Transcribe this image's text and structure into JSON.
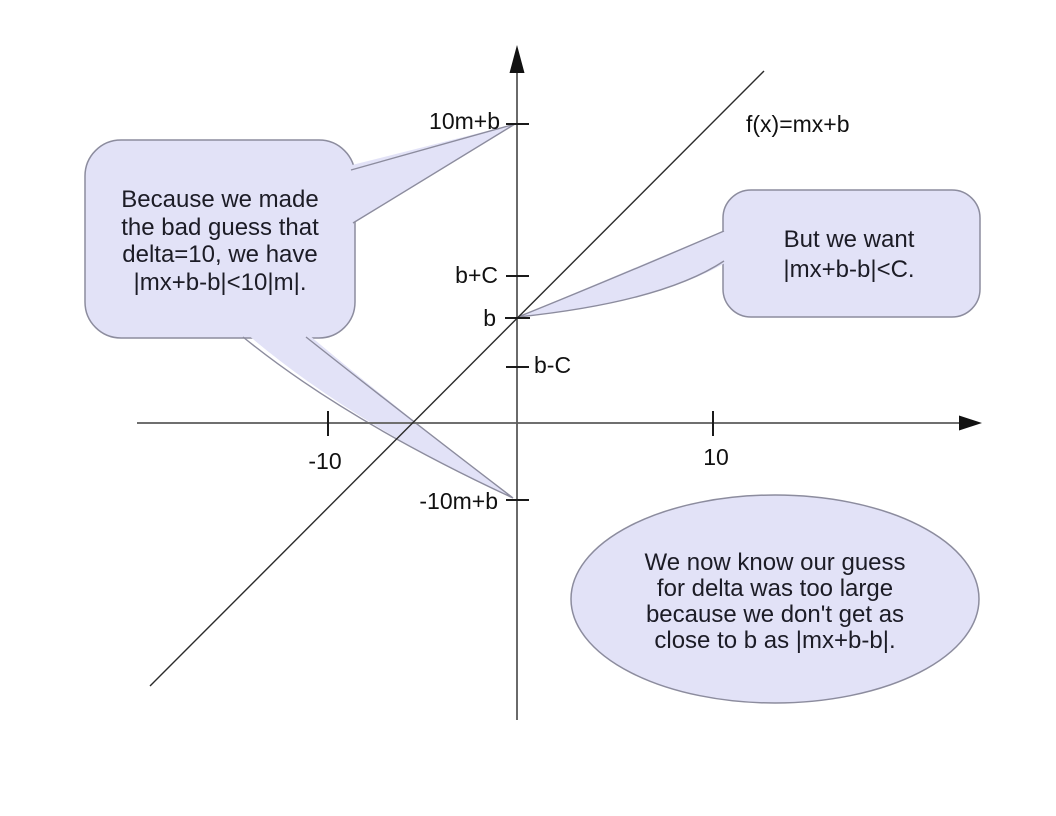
{
  "colors": {
    "bubble_fill": "#e2e2f7",
    "bubble_stroke": "#8c8c9e",
    "text_ink": "#1c1c26",
    "label_ink": "#111111",
    "axis_color": "#6f6f6f",
    "yaxis_color": "#5a5a5a",
    "line_color": "#2b2b2b"
  },
  "function_label": "f(x)=mx+b",
  "x_axis": {
    "tick_labels": [
      "-10",
      "10"
    ]
  },
  "y_axis": {
    "tick_labels": [
      "10m+b",
      "b+C",
      "b",
      "b-C",
      "-10m+b"
    ]
  },
  "callouts": {
    "bad_guess": {
      "lines": [
        "Because we made",
        "the bad guess that",
        "delta=10, we have",
        "|mx+b-b|<10|m|."
      ]
    },
    "want": {
      "lines": [
        "But we want",
        "|mx+b-b|<C."
      ]
    },
    "conclusion": {
      "lines": [
        "We now know our guess",
        "for delta was too large",
        "because we don't get as",
        "close to b as |mx+b-b|."
      ]
    }
  }
}
